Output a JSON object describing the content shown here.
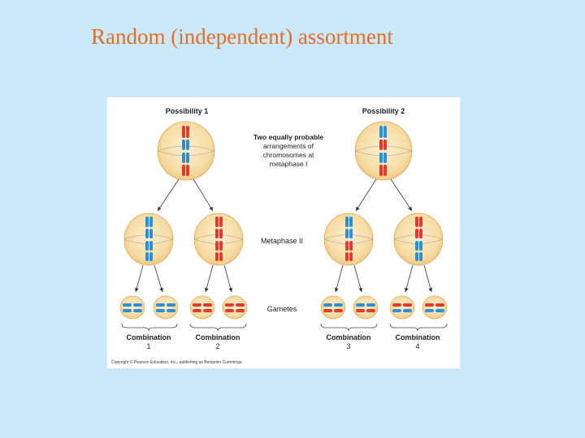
{
  "slide": {
    "title": "Random (independent) assortment"
  },
  "figure": {
    "possibility_1": "Possibility 1",
    "possibility_2": "Possibility 2",
    "note": [
      "Two equally probable",
      "arrangements of",
      "chromosomes at",
      "metaphase I"
    ],
    "metaphase_ii": "Metaphase II",
    "gametes": "Gametes",
    "combination_word": "Combination",
    "combination_numbers": [
      "1",
      "2",
      "3",
      "4"
    ],
    "copyright": "Copyright © Pearson Education, Inc., publishing as Benjamin Cummings."
  },
  "colors": {
    "background": "#cce8fb",
    "title": "#e06f2a",
    "maternal_chromosome": "#e23a2e",
    "paternal_chromosome": "#2f8fd3",
    "cell_fill": "#f7d79a"
  }
}
